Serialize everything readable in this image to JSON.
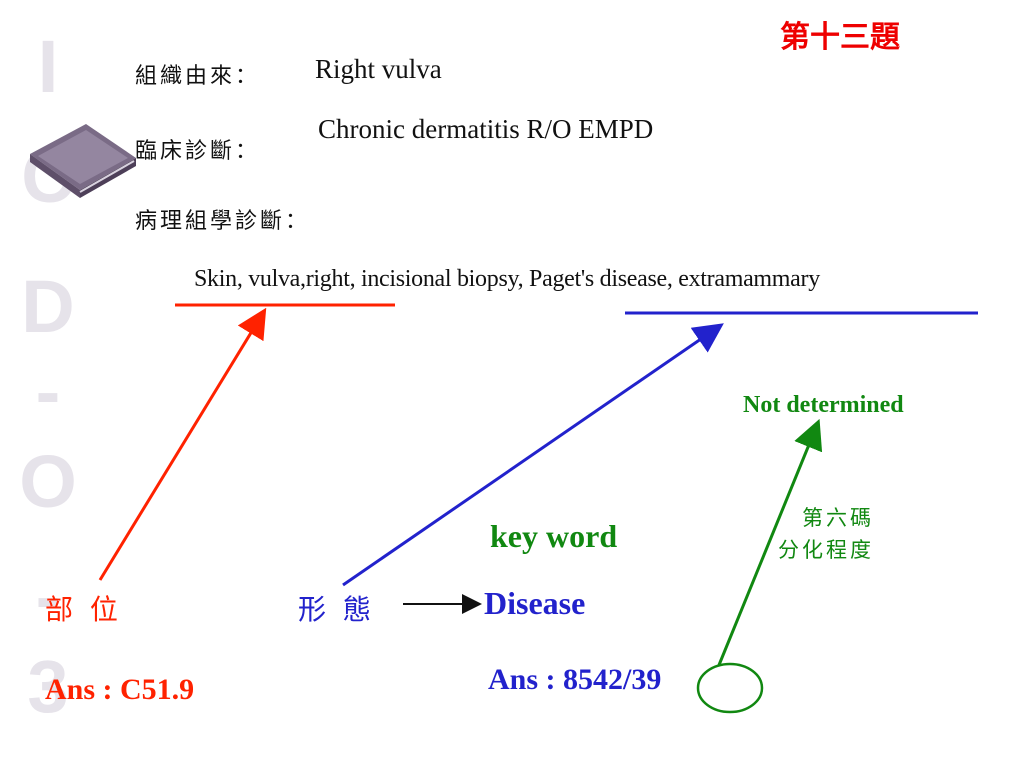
{
  "title": "第十三題",
  "watermark": {
    "letters": [
      "I",
      "C",
      "D",
      "-",
      "O",
      "-",
      "3"
    ]
  },
  "fields": {
    "tissue_label": "組織由來：",
    "tissue_value": "Right vulva",
    "clinical_label": "臨床診斷：",
    "clinical_value": "Chronic dermatitis R/O EMPD",
    "pathology_label": "病理組學診斷：",
    "pathology_value_part1": "Skin, vulva,right,",
    "pathology_value_part2": " incisional biopsy, ",
    "pathology_value_part3": "Paget's disease, extramammary"
  },
  "annotations": {
    "not_determined": "Not determined",
    "sixth_code_line1": "第六碼",
    "sixth_code_line2": "分化程度",
    "key_word": "key word",
    "site_label": "部 位",
    "morphology_label": "形 態",
    "disease": "Disease",
    "ans_site": "Ans : C51.9",
    "ans_morph": "Ans : 8542/3",
    "ans_morph_grade": "9"
  },
  "colors": {
    "red": "#ff2200",
    "blue": "#2222cc",
    "green": "#118811",
    "title_red": "#ee0000"
  },
  "icons": [
    "book-icon"
  ]
}
